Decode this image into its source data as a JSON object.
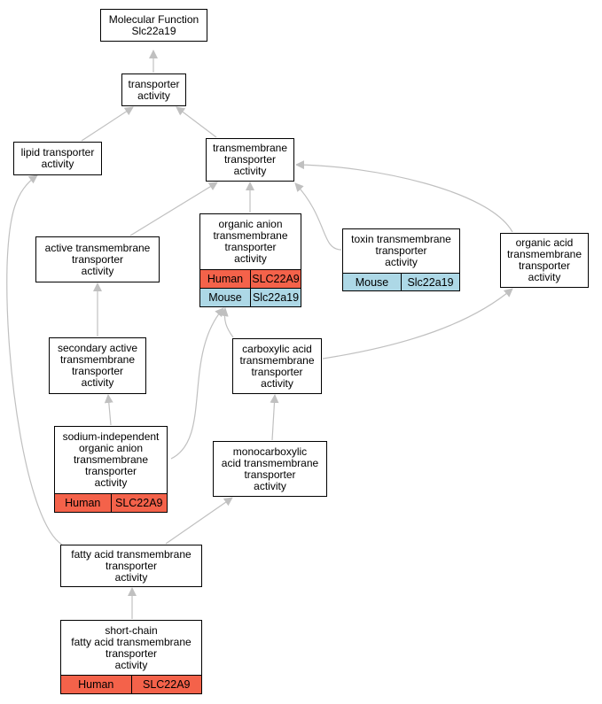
{
  "colors": {
    "human": "#f4624a",
    "mouse": "#add8e6",
    "edge": "#c0c0c0"
  },
  "nodes": {
    "mf": {
      "label": "Molecular Function\nSlc22a19"
    },
    "transporter": {
      "label": "transporter\nactivity"
    },
    "lipid": {
      "label": "lipid transporter\nactivity"
    },
    "tm": {
      "label": "transmembrane\ntransporter\nactivity"
    },
    "oa": {
      "label": "organic anion\ntransmembrane\ntransporter\nactivity",
      "rows": [
        [
          "Human",
          "SLC22A9"
        ],
        [
          "Mouse",
          "Slc22a19"
        ]
      ]
    },
    "toxin": {
      "label": "toxin transmembrane\ntransporter\nactivity",
      "rows": [
        [
          "Mouse",
          "Slc22a19"
        ]
      ]
    },
    "oacid": {
      "label": "organic acid\ntransmembrane\ntransporter\nactivity"
    },
    "active": {
      "label": "active transmembrane\ntransporter\nactivity"
    },
    "secondary": {
      "label": "secondary active\ntransmembrane\ntransporter\nactivity"
    },
    "carbox": {
      "label": "carboxylic acid\ntransmembrane\ntransporter\nactivity"
    },
    "sodium": {
      "label": "sodium-independent\norganic anion\ntransmembrane\ntransporter\nactivity",
      "rows": [
        [
          "Human",
          "SLC22A9"
        ]
      ]
    },
    "mono": {
      "label": "monocarboxylic\nacid transmembrane\ntransporter\nactivity"
    },
    "fatty": {
      "label": "fatty acid transmembrane\ntransporter\nactivity"
    },
    "short": {
      "label": "short-chain\nfatty acid transmembrane\ntransporter\nactivity",
      "rows": [
        [
          "Human",
          "SLC22A9"
        ]
      ]
    }
  }
}
